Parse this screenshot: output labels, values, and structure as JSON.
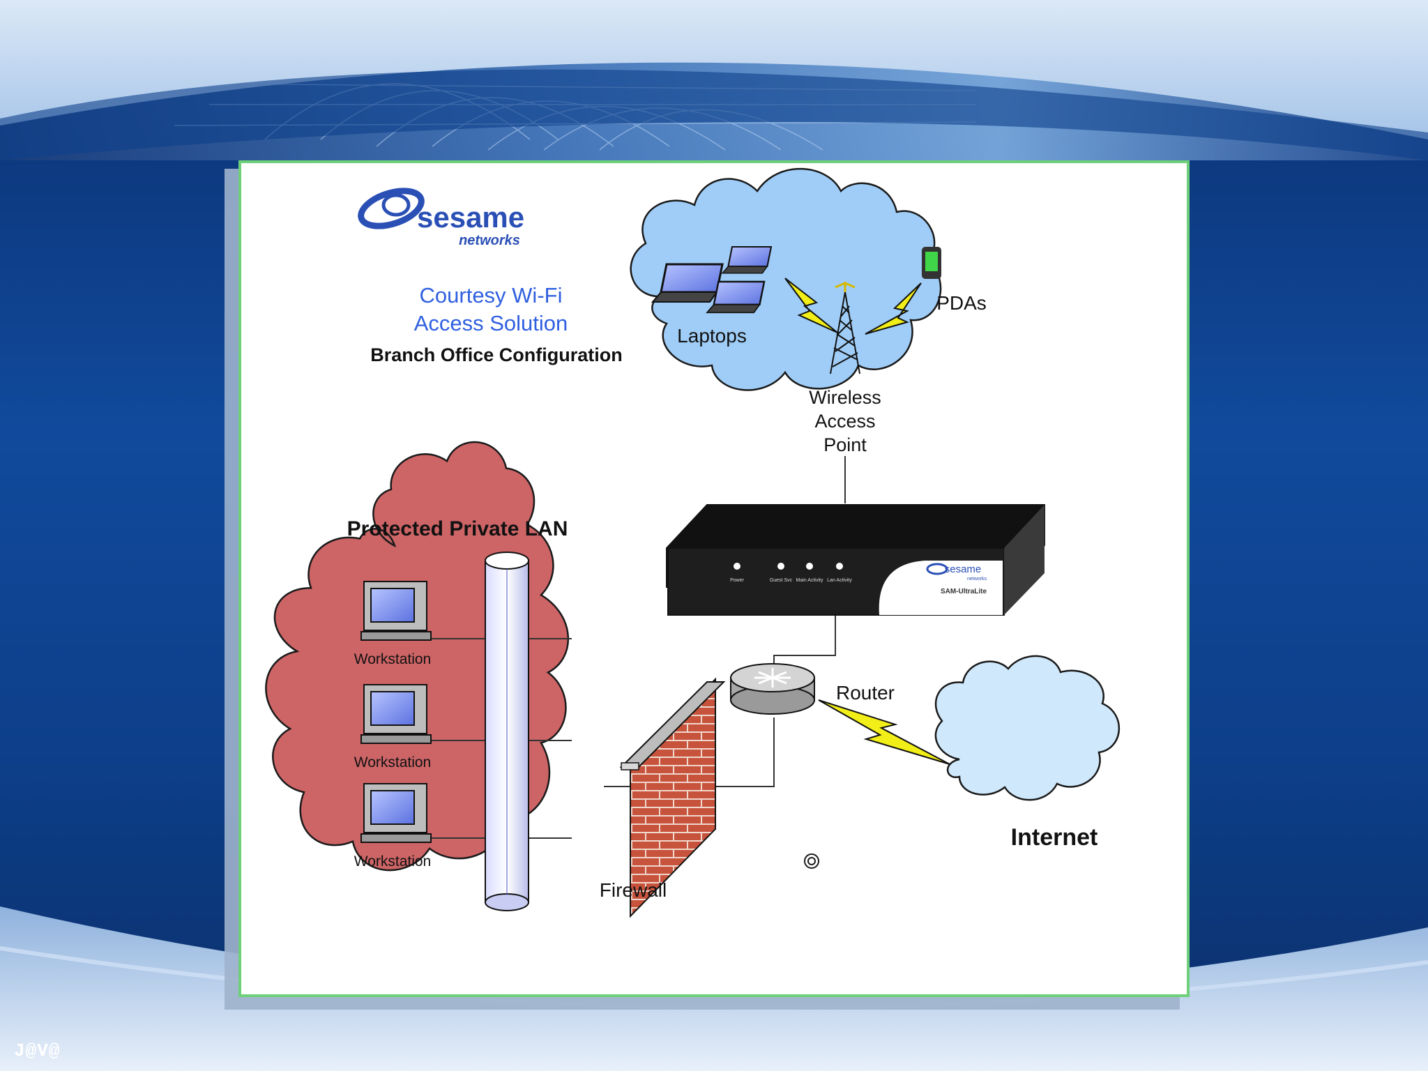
{
  "logo": {
    "brand": "sesame",
    "sub": "networks"
  },
  "title": {
    "line1": "Courtesy Wi-Fi",
    "line2": "Access Solution",
    "subtitle": "Branch Office Configuration"
  },
  "labels": {
    "laptops": "Laptops",
    "pdas": "PDAs",
    "wap_line1": "Wireless",
    "wap_line2": "Access",
    "wap_line3": "Point",
    "lan": "Protected Private LAN",
    "workstation": "Workstation",
    "router": "Router",
    "firewall": "Firewall",
    "internet": "Internet"
  },
  "device": {
    "brand": "sesame",
    "sub": "networks",
    "model": "SAM-UltraLite",
    "lights": [
      "Power",
      "Guest Svc",
      "Main Activity",
      "Lan Activity"
    ]
  },
  "footer": {
    "credit": "J@V@"
  },
  "colors": {
    "lan_cloud": "#cd6466",
    "wifi_cloud": "#9fcdf7",
    "internet_cloud": "#cfe8fb",
    "title_blue": "#2f5fe0",
    "panel_border": "#6fd07a",
    "lightning": "#f2ee18"
  },
  "icons": [
    "laptop-icon",
    "pda-icon",
    "antenna-tower-icon",
    "lightning-icon",
    "workstation-icon",
    "router-icon",
    "firewall-icon",
    "backbone-pipe-icon"
  ]
}
